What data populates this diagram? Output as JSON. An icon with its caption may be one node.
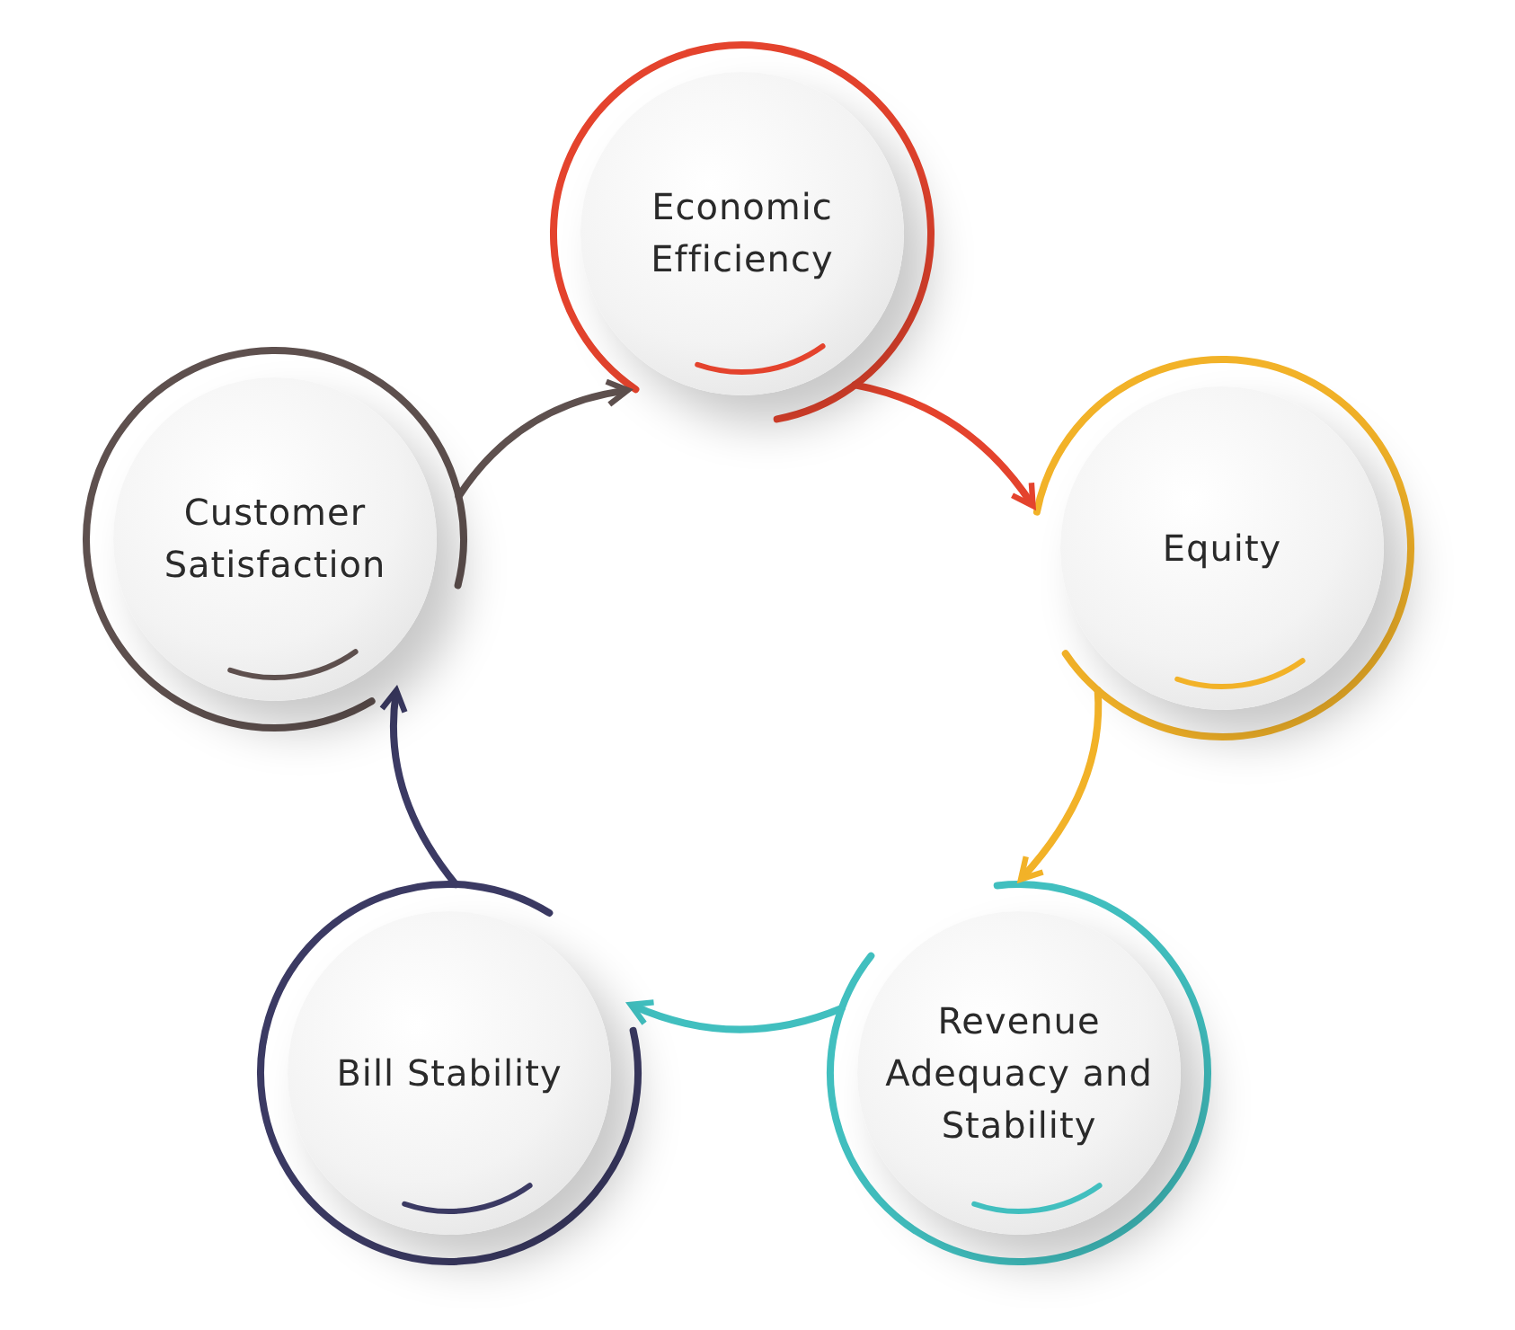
{
  "diagram": {
    "nodes": [
      {
        "text": [
          "Economic Efficiency"
        ]
      },
      {
        "text": [
          "Equity"
        ]
      },
      {
        "text": [
          "Revenue Adequacy and Stability"
        ]
      },
      {
        "text": [
          "Bill Stability"
        ]
      },
      {
        "text": [
          "Customer Satisfaction"
        ]
      }
    ],
    "edges": [
      {
        "from": 0,
        "to": 1,
        "arrow": "to",
        "color": "#e4432d"
      },
      {
        "from": 1,
        "to": 2,
        "arrow": "to",
        "color": "#f2b228"
      },
      {
        "from": 2,
        "to": 3,
        "arrow": "to",
        "color": "#41bfbf"
      },
      {
        "from": 3,
        "to": 4,
        "arrow": "to",
        "color": "#3b3a63"
      },
      {
        "from": 4,
        "to": 0,
        "arrow": "to",
        "color": "#5e504e"
      }
    ]
  }
}
